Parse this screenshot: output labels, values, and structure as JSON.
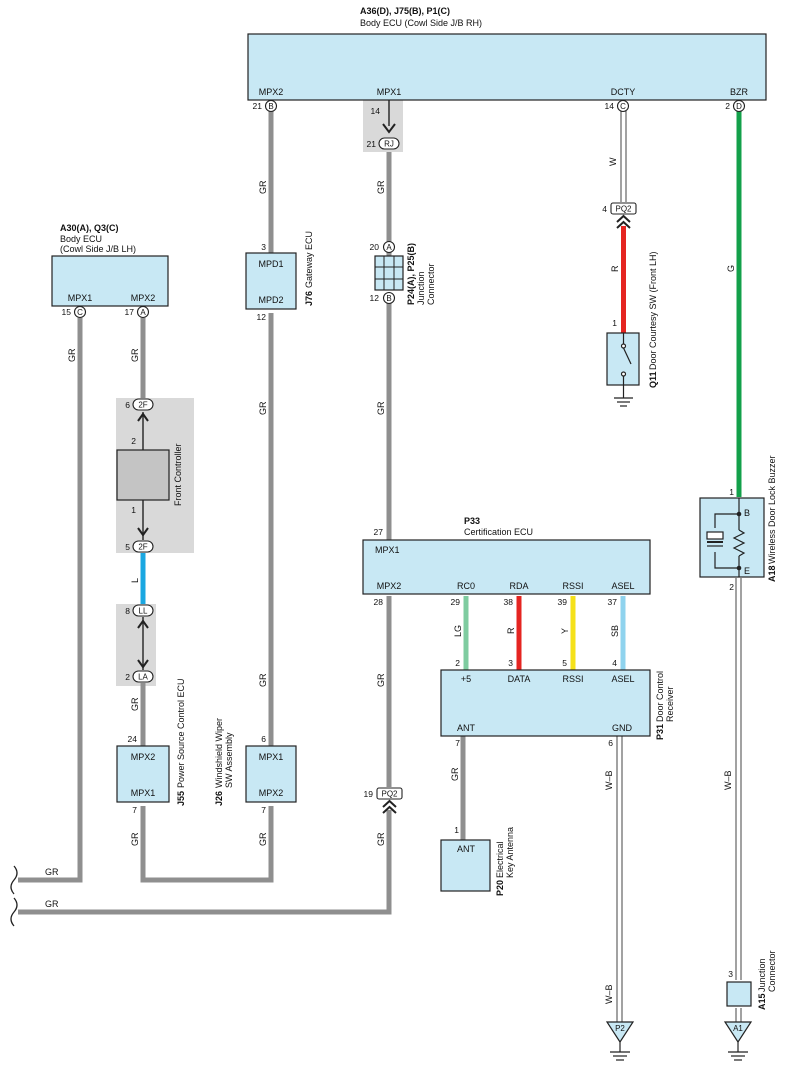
{
  "ecu_rh": {
    "title": "A36(D), J75(B), P1(C)",
    "subtitle": "Body ECU (Cowl Side J/B RH)",
    "pins": [
      "MPX2",
      "MPX1",
      "DCTY",
      "BZR"
    ],
    "pin_nums": [
      "21",
      "14",
      "14",
      "2"
    ],
    "conn_letters": [
      "B",
      "RJ",
      "C",
      "D"
    ],
    "rj_num_top": "14",
    "rj_num": "21"
  },
  "ecu_lh": {
    "title": "A30(A), Q3(C)",
    "subtitle": "Body ECU",
    "subtitle2": "(Cowl Side J/B LH)",
    "pins": [
      "MPX1",
      "MPX2"
    ],
    "pin_nums": [
      "15",
      "17"
    ],
    "conn_letters": [
      "C",
      "A"
    ]
  },
  "gateway": {
    "code": "J76",
    "name": "Gateway ECU",
    "pins": [
      "MPD1",
      "MPD2"
    ],
    "pin_nums": [
      "3",
      "12"
    ]
  },
  "junction1": {
    "code": "P24(A), P25(B)",
    "name": "Junction",
    "name2": "Connector",
    "pin_nums": [
      "20",
      "12"
    ],
    "letters": [
      "A",
      "B"
    ]
  },
  "door_sw": {
    "code": "Q11",
    "name": "Door Courtesy SW (Front LH)",
    "conn": "PQ2",
    "conn_num": "4",
    "pin": "1"
  },
  "front_ctrl": {
    "name": "Front Controller",
    "conn": "2F",
    "nums_outer": [
      "6",
      "5"
    ],
    "nums_inner": [
      "2",
      "1"
    ]
  },
  "ll_conn": {
    "letters": [
      "LL",
      "LA"
    ],
    "nums": [
      "8",
      "2"
    ]
  },
  "psc_ecu": {
    "code": "J55",
    "name": "Power Source Control ECU",
    "pins": [
      "MPX2",
      "MPX1"
    ],
    "pin_nums": [
      "24",
      "7"
    ]
  },
  "wiper": {
    "code": "J26",
    "name": "Windshield Wiper",
    "name2": "SW Assembly",
    "pins": [
      "MPX1",
      "MPX2"
    ],
    "pin_nums": [
      "6",
      "7"
    ]
  },
  "cert_ecu": {
    "code": "P33",
    "name": "Certification ECU",
    "pins": [
      "MPX1",
      "MPX2",
      "RC0",
      "RDA",
      "RSSI",
      "ASEL"
    ],
    "pin_nums": [
      "27",
      "28",
      "29",
      "38",
      "39",
      "37"
    ]
  },
  "receiver": {
    "code": "P31",
    "name": "Door Control",
    "name2": "Receiver",
    "pins": [
      "+5",
      "DATA",
      "RSSI",
      "ASEL",
      "ANT",
      "GND"
    ],
    "pin_nums": [
      "2",
      "3",
      "5",
      "4",
      "7",
      "6"
    ]
  },
  "antenna": {
    "code": "P20",
    "name": "Electrical",
    "name2": "Key Antenna",
    "pin": "ANT",
    "pin_num": "1"
  },
  "buzzer": {
    "code": "A18",
    "name": "Wireless Door Lock Buzzer",
    "pins": [
      "B",
      "E"
    ],
    "pin_nums": [
      "1",
      "2"
    ]
  },
  "junction2": {
    "code": "A15",
    "name": "Junction",
    "name2": "Connector",
    "pin_num": "3"
  },
  "pq2_lower": {
    "conn": "PQ2",
    "num": "19"
  },
  "grounds": [
    "P2",
    "A1"
  ],
  "wire_labels": {
    "gr": "GR",
    "w": "W",
    "r": "R",
    "g": "G",
    "l": "L",
    "lg": "LG",
    "y": "Y",
    "sb": "SB",
    "wb": "W–B"
  },
  "colors": {
    "ecu_fill": "#c8e8f4",
    "gray_wire": "#8f8f8f",
    "red_wire": "#e52521",
    "green_wire": "#13a04a",
    "blue_wire": "#1aa7e1",
    "lg_wire": "#7fcca0",
    "y_wire": "#f5e11a",
    "sb_wire": "#8fd3ee"
  }
}
